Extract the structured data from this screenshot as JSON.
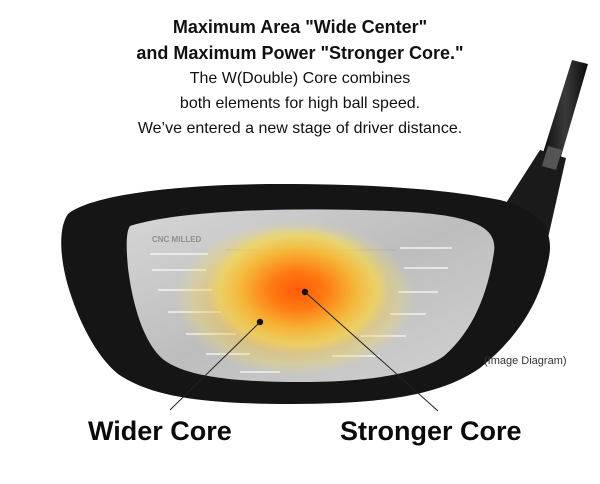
{
  "heading": {
    "line1": "Maximum Area \"Wide Center\"",
    "line2": "and Maximum Power \"Stronger Core.\""
  },
  "body": {
    "line1": "The W(Double) Core combines",
    "line2": "both elements for high ball speed.",
    "line3": "We’ve entered a new stage of driver distance."
  },
  "face_text": "CNC MILLED",
  "note": "(Image Diagram)",
  "callouts": {
    "wider": "Wider Core",
    "stronger": "Stronger Core"
  },
  "colors": {
    "club_body": "#141414",
    "face": "#c9c9c9",
    "core_outer": "#f5d94a",
    "core_inner": "#ff6a10",
    "text": "#111111"
  },
  "icons": [
    "golf-driver-head-illustration",
    "core-heatmap"
  ]
}
